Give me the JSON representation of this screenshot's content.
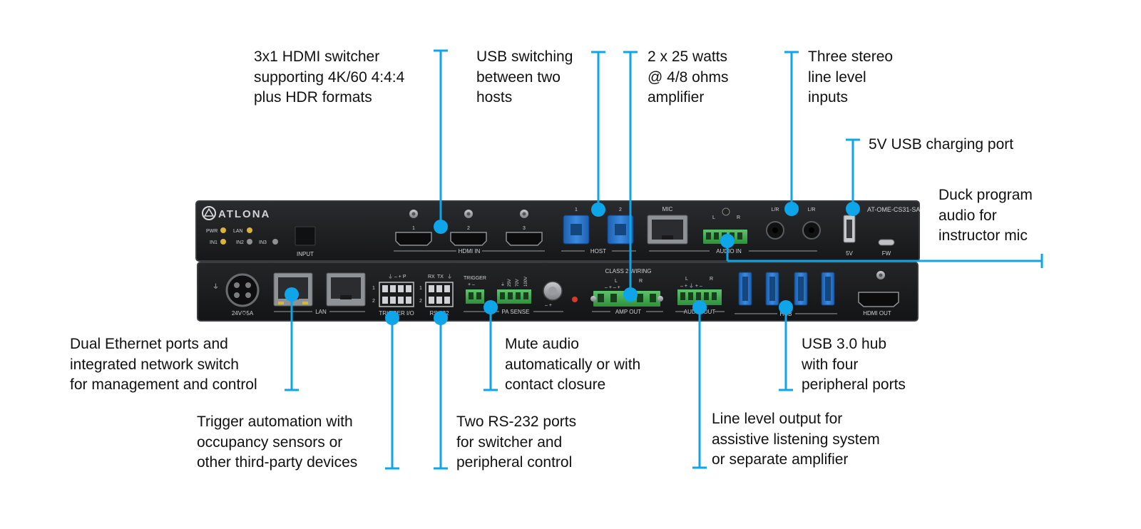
{
  "colors": {
    "accent": "#0ea5e9",
    "device": "#1b1c1e",
    "device_edge": "#3a3b3e",
    "text": "#111111",
    "label": "#cfd2d6"
  },
  "callouts": {
    "hdmi_switcher": [
      "3x1 HDMI switcher",
      "supporting 4K/60 4:4:4",
      "plus HDR formats"
    ],
    "usb_switching": [
      "USB switching",
      "between two",
      "hosts"
    ],
    "amplifier": [
      "2 x 25 watts",
      "@ 4/8 ohms",
      "amplifier"
    ],
    "line_inputs": [
      "Three stereo",
      "line level",
      "inputs"
    ],
    "usb_charging": [
      "5V USB charging port"
    ],
    "duck": [
      "Duck program",
      "audio for",
      "instructor mic"
    ],
    "ethernet": [
      "Dual Ethernet ports and",
      "integrated network switch",
      "for management and control"
    ],
    "mute": [
      "Mute audio",
      "automatically or with",
      "contact closure"
    ],
    "usb_hub": [
      "USB 3.0 hub",
      "with four",
      "peripheral ports"
    ],
    "trigger": [
      "Trigger automation with",
      "occupancy sensors or",
      "other third-party devices"
    ],
    "rs232": [
      "Two RS-232 ports",
      "for switcher and",
      "peripheral control"
    ],
    "line_output": [
      "Line level output for",
      "assistive listening system",
      "or separate amplifier"
    ]
  },
  "device": {
    "brand": "ATLONA",
    "model": "AT-OME-CS31-SA",
    "front": {
      "leds": [
        "PWR",
        "LAN",
        "IN1",
        "IN2",
        "IN3"
      ],
      "input_button": "INPUT",
      "hdmi_ports": [
        "1",
        "2",
        "3"
      ],
      "hdmi_in": "HDMI IN",
      "host_ports": [
        "1",
        "2"
      ],
      "host": "HOST",
      "mic": "MIC",
      "audio_in": "AUDIO IN",
      "audio_in_terms": [
        "L",
        "R"
      ],
      "lr": [
        "L/R",
        "L/R"
      ],
      "fivev": "5V",
      "fw": "FW"
    },
    "rear": {
      "power": "24V⎏5A",
      "lan": "LAN",
      "trigger_io": "TRIGGER I/O",
      "rs232": "RS-232",
      "rs232_pins": [
        "RX",
        "TX",
        "⏚"
      ],
      "trigger": "TRIGGER",
      "pa_sense": "PA SENSE",
      "pa_pins": [
        "⏚",
        "25V",
        "70V",
        "100V"
      ],
      "class2": "CLASS 2 WIRING",
      "amp_out": "AMP OUT",
      "audio_out": "AUDIO OUT",
      "hub": "HUB",
      "hdmi_out": "HDMI OUT"
    }
  }
}
